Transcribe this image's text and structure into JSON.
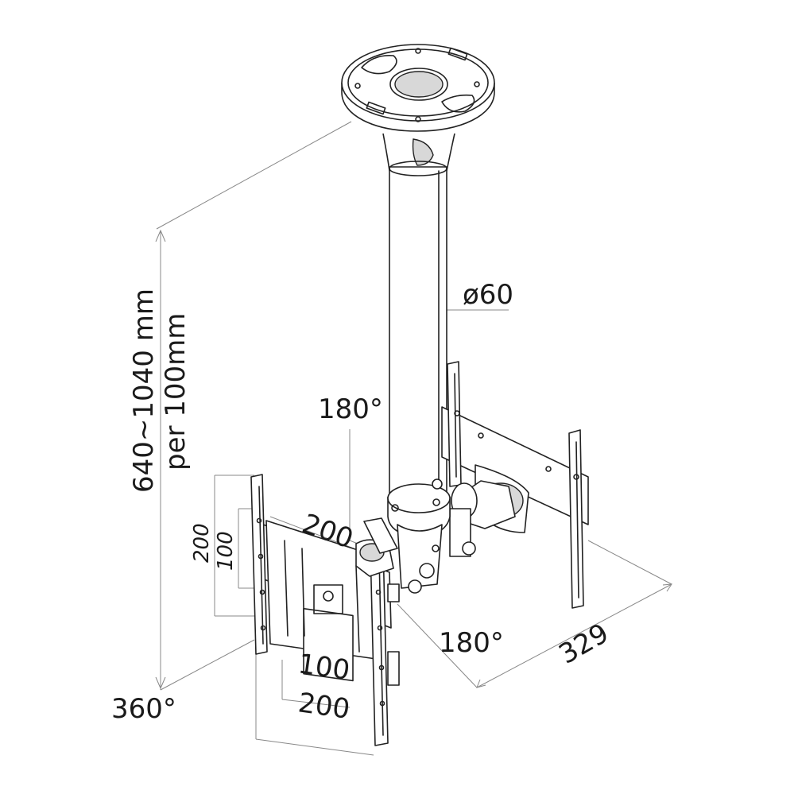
{
  "dimensions": {
    "height_range": "640~1040 mm",
    "height_step": "per 100mm",
    "pole_diameter": "ø60",
    "tilt_angle": "180°",
    "left_vesa_width": "200",
    "left_plate_vertical_200": "200",
    "left_plate_vertical_100": "100",
    "swivel_angle": "180°",
    "depth": "329",
    "bottom_100": "100",
    "bottom_200": "200",
    "rotation": "360°"
  }
}
